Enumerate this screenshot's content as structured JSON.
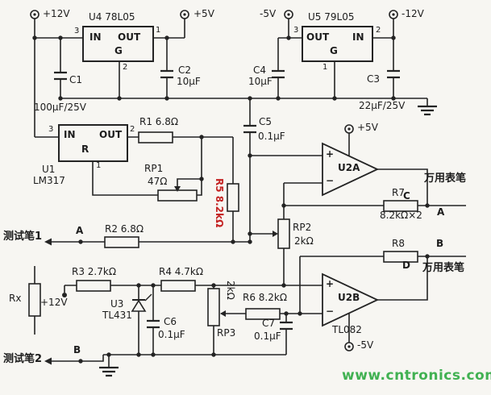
{
  "watermark": "www.cntronics.com",
  "power": {
    "p12v_top": "+12V",
    "p5v": "+5V",
    "n5v": "-5V",
    "n12v": "-12V",
    "p5v_opamp": "+5V",
    "n5v_opamp": "-5V",
    "p12v_bottom": "+12V"
  },
  "regulators": {
    "u4": {
      "label": "U4 78L05",
      "in": "IN",
      "out": "OUT",
      "g": "G",
      "pin_in": "3",
      "pin_out": "1",
      "pin_g": "2"
    },
    "u5": {
      "label": "U5 79L05",
      "out": "OUT",
      "in": "IN",
      "g": "G",
      "pin_out": "3",
      "pin_in": "2",
      "pin_g": "1"
    },
    "u1": {
      "name": "U1",
      "part": "LM317",
      "in": "IN",
      "out": "OUT",
      "r": "R",
      "pin_in": "3",
      "pin_out": "2",
      "pin_r": "1"
    }
  },
  "opamps": {
    "u2a": {
      "name": "U2A",
      "plus": "+",
      "minus": "−"
    },
    "u2b": {
      "name": "U2B",
      "part": "TL082",
      "plus": "+",
      "minus": "−"
    }
  },
  "capacitors": {
    "c1": {
      "name": "C1",
      "value": "100μF/25V"
    },
    "c2": {
      "name": "C2",
      "value": "10μF"
    },
    "c3": {
      "name": "C3",
      "value": "22μF/25V"
    },
    "c4": {
      "name": "C4",
      "value": "10μF"
    },
    "c5": {
      "name": "C5",
      "value": "0.1μF"
    },
    "c6": {
      "name": "C6",
      "value": "0.1μF"
    },
    "c7": {
      "name": "C7",
      "value": "0.1μF"
    }
  },
  "resistors": {
    "r1": "R1 6.8Ω",
    "r2": "R2 6.8Ω",
    "r3": "R3 2.7kΩ",
    "r4": "R4 4.7kΩ",
    "r5": "R5 8.2kΩ",
    "r6": "R6 8.2kΩ",
    "r7": {
      "name": "R7",
      "value": "8.2kΩ×2"
    },
    "r8": "R8",
    "rx": "Rx",
    "rp1": {
      "name": "RP1",
      "value": "47Ω"
    },
    "rp2": {
      "name": "RP2",
      "value": "2kΩ"
    },
    "rp3": {
      "name": "RP3",
      "value": "2kΩ"
    }
  },
  "misc": {
    "u3_name": "U3",
    "u3_part": "TL431"
  },
  "probes": {
    "test1": "测试笔1",
    "test2": "测试笔2",
    "multimeter_top": "万用表笔",
    "multimeter_bottom": "万用表笔",
    "node_a_left": "A",
    "node_b_left": "B",
    "node_c": "C",
    "node_d": "D",
    "node_a_right": "A",
    "node_b_right": "B"
  }
}
